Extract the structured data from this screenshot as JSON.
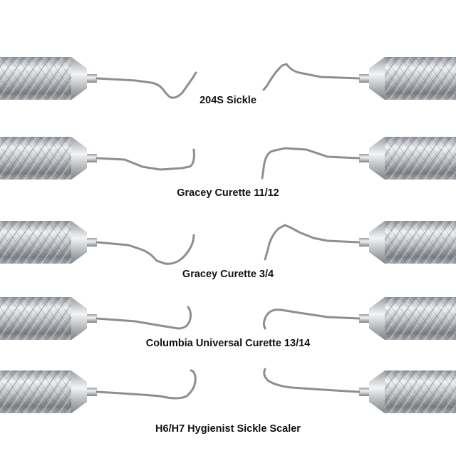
{
  "image": {
    "background": "#ffffff",
    "metal_color": "#b9bcc0",
    "metal_highlight": "#eef0f2",
    "metal_shadow": "#6e7377"
  },
  "instruments": [
    {
      "label": "204S Sickle"
    },
    {
      "label": "Gracey Curette 11/12"
    },
    {
      "label": "Gracey Curette 3/4"
    },
    {
      "label": "Columbia Universal Curette 13/14"
    },
    {
      "label": "H6/H7 Hygienist Sickle Scaler"
    }
  ]
}
